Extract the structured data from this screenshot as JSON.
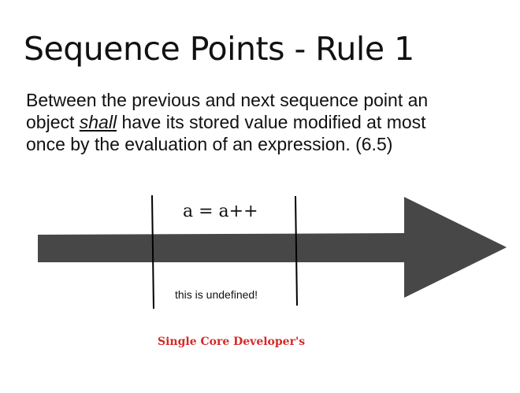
{
  "slide": {
    "title": "Sequence Points - Rule 1",
    "body": {
      "line1": "Between the previous and next sequence point an",
      "line2_pre": "object ",
      "line2_emph": "shall",
      "line2_post": " have its stored value modified at most",
      "line3": "once by the evaluation of an expression. (6.5)"
    },
    "diagram": {
      "expression": "a = a++",
      "note": "this is undefined!",
      "arrow_color": "#474747",
      "marker_color": "#000000"
    },
    "credit": {
      "text": "Single Core Developer's",
      "color": "#d42a2a"
    }
  }
}
